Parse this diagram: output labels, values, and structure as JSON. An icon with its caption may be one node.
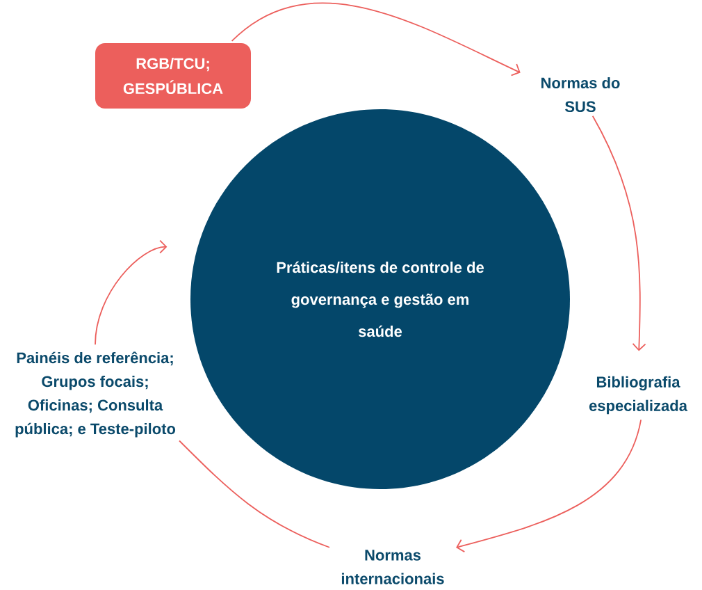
{
  "diagram": {
    "nodes": [
      {
        "text": [
          "RGB/TCU; GESPÚBLICA"
        ]
      },
      {
        "text": [
          "Normas do SUS"
        ]
      },
      {
        "text": [
          "Bibliografia especializada"
        ]
      },
      {
        "text": [
          "Normas internacionais"
        ]
      },
      {
        "text": [
          "Painéis de referência; Grupos focais; Oficinas; Consulta pública; e Teste-piloto"
        ]
      },
      {
        "text": [
          "Práticas/itens de controle de governança e gestão em saúde"
        ]
      }
    ],
    "edges": [
      {
        "from": 0,
        "to": 1,
        "arrow": "to"
      },
      {
        "from": 1,
        "to": 2,
        "arrow": "to"
      },
      {
        "from": 2,
        "to": 3,
        "arrow": "to"
      },
      {
        "from": 3,
        "to": 4,
        "arrow": "none"
      },
      {
        "from": 4,
        "to": 5,
        "arrow": "to"
      }
    ]
  }
}
